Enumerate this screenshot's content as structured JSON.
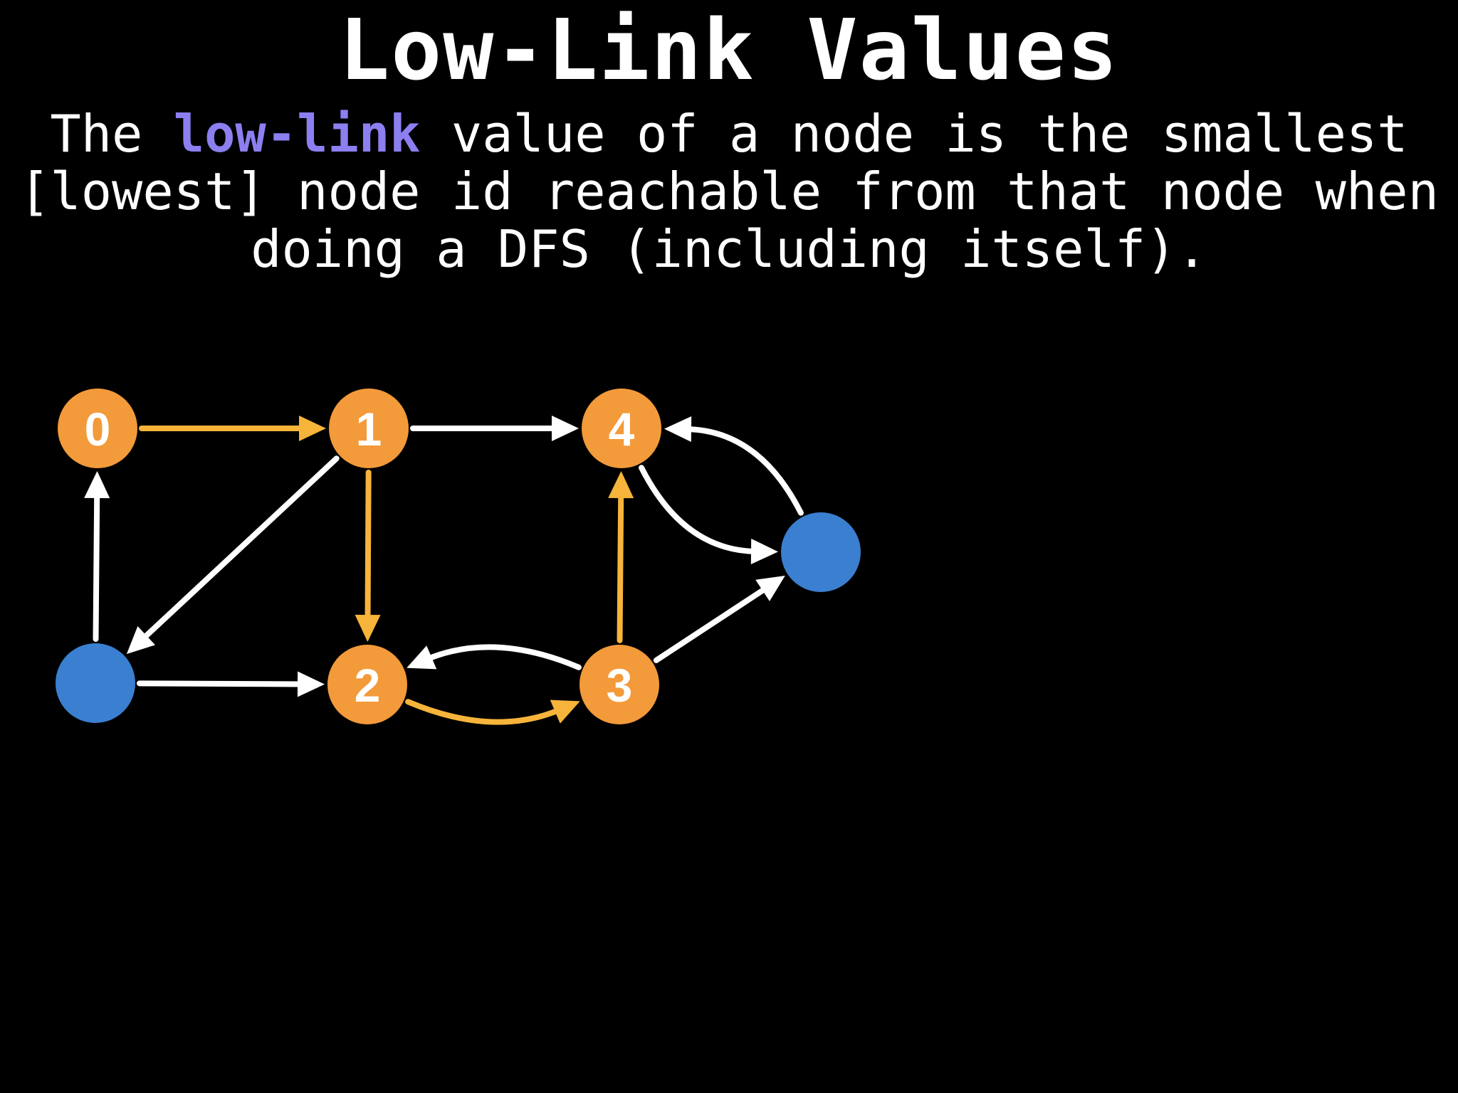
{
  "title": "Low-Link Values",
  "description": {
    "line1_before": "The ",
    "line1_highlight": "low-link",
    "line1_after": " value of a node is the smallest",
    "line2": "[lowest] node id reachable from that node when",
    "line3": "doing a DFS (including itself)."
  },
  "colors": {
    "background": "#000000",
    "text": "#ffffff",
    "highlight": "#8c7ff0",
    "visited_node": "#f39a3a",
    "unvisited_node": "#3a7fd0",
    "dfs_edge": "#f6b43a",
    "normal_edge": "#ffffff"
  },
  "graph": {
    "nodes": [
      {
        "id": "n0",
        "label": "0",
        "state": "visited"
      },
      {
        "id": "n1",
        "label": "1",
        "state": "visited"
      },
      {
        "id": "n2",
        "label": "2",
        "state": "visited"
      },
      {
        "id": "n3",
        "label": "3",
        "state": "visited"
      },
      {
        "id": "n4",
        "label": "4",
        "state": "visited"
      },
      {
        "id": "n5",
        "label": "",
        "state": "unvisited"
      },
      {
        "id": "n6",
        "label": "",
        "state": "unvisited"
      }
    ],
    "edges": [
      {
        "from": "n0",
        "to": "n1",
        "kind": "dfs"
      },
      {
        "from": "n1",
        "to": "n4",
        "kind": "normal"
      },
      {
        "from": "n1",
        "to": "n2",
        "kind": "dfs"
      },
      {
        "from": "n1",
        "to": "n5",
        "kind": "normal"
      },
      {
        "from": "n5",
        "to": "n0",
        "kind": "normal"
      },
      {
        "from": "n5",
        "to": "n2",
        "kind": "normal"
      },
      {
        "from": "n2",
        "to": "n3",
        "kind": "dfs"
      },
      {
        "from": "n3",
        "to": "n2",
        "kind": "normal"
      },
      {
        "from": "n3",
        "to": "n4",
        "kind": "dfs"
      },
      {
        "from": "n3",
        "to": "n6",
        "kind": "normal"
      },
      {
        "from": "n4",
        "to": "n6",
        "kind": "normal"
      },
      {
        "from": "n6",
        "to": "n4",
        "kind": "normal"
      }
    ]
  }
}
